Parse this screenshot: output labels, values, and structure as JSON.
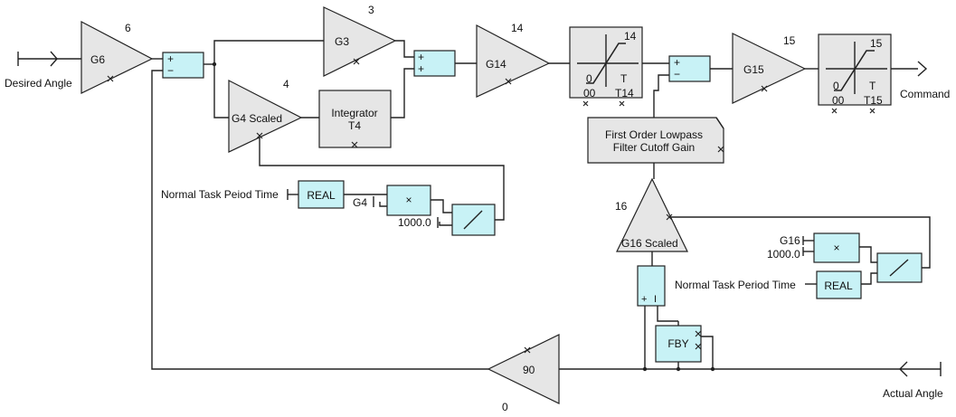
{
  "ports": {
    "desired_angle": "Desired Angle",
    "command": "Command",
    "actual_angle": "Actual Angle"
  },
  "gains": {
    "g6": {
      "label": "G6",
      "num": "6"
    },
    "g3": {
      "label": "G3",
      "num": "3"
    },
    "g4": {
      "label": "G4 Scaled",
      "num": "4"
    },
    "g14": {
      "label": "G14",
      "num": "14"
    },
    "g15": {
      "label": "G15",
      "num": "15"
    },
    "g16": {
      "label": "G16 Scaled",
      "num": "16"
    },
    "fb": {
      "label": "90",
      "num": "0"
    }
  },
  "sums": {
    "sum1": {
      "top": "+",
      "bottom": "−"
    },
    "sum2": {
      "top": "+",
      "bottom": "+"
    },
    "sum3": {
      "top": "+",
      "bottom": "−"
    },
    "sum4": {
      "left": "+",
      "right": "I"
    }
  },
  "integrator": {
    "line1": "Integrator",
    "line2": "T4"
  },
  "limiter14": {
    "num": "14",
    "zero": "0",
    "t": "T",
    "zero2": "00",
    "tname": "T14"
  },
  "limiter15": {
    "num": "15",
    "zero": "0",
    "t": "T",
    "zero2": "00",
    "tname": "T15"
  },
  "lowpass": {
    "line1": "First Order Lowpass",
    "line2": "Filter Cutoff Gain"
  },
  "chain4": {
    "task": "Normal Task Peiod Time",
    "real": "REAL",
    "g": "G4",
    "mul": "×",
    "k": "1000.0",
    "div": "/"
  },
  "chain16": {
    "task": "Normal Task Period Time",
    "real": "REAL",
    "g": "G16",
    "mul": "×",
    "k": "1000.0",
    "div": "/"
  },
  "fby": "FBY"
}
